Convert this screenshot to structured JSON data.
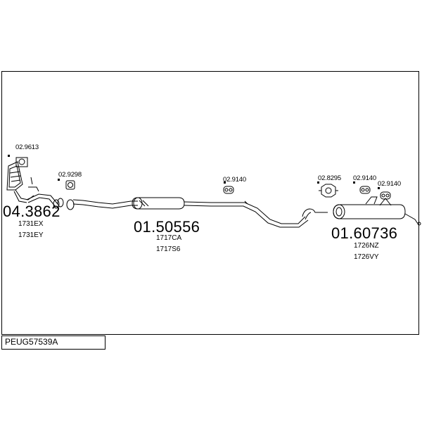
{
  "diagram": {
    "part_code": "PEUG57539A",
    "parts": [
      {
        "number": "04.3862",
        "refs": [
          "1731EX",
          "1731EY"
        ]
      },
      {
        "number": "01.50556",
        "refs": [
          "1717CA",
          "1717S6"
        ]
      },
      {
        "number": "01.60736",
        "refs": [
          "1726NZ",
          "1726VY"
        ]
      }
    ],
    "accessories": [
      "02.9613",
      "02.9298",
      "02.9140",
      "02.8295",
      "02.9140",
      "02.9140"
    ]
  }
}
